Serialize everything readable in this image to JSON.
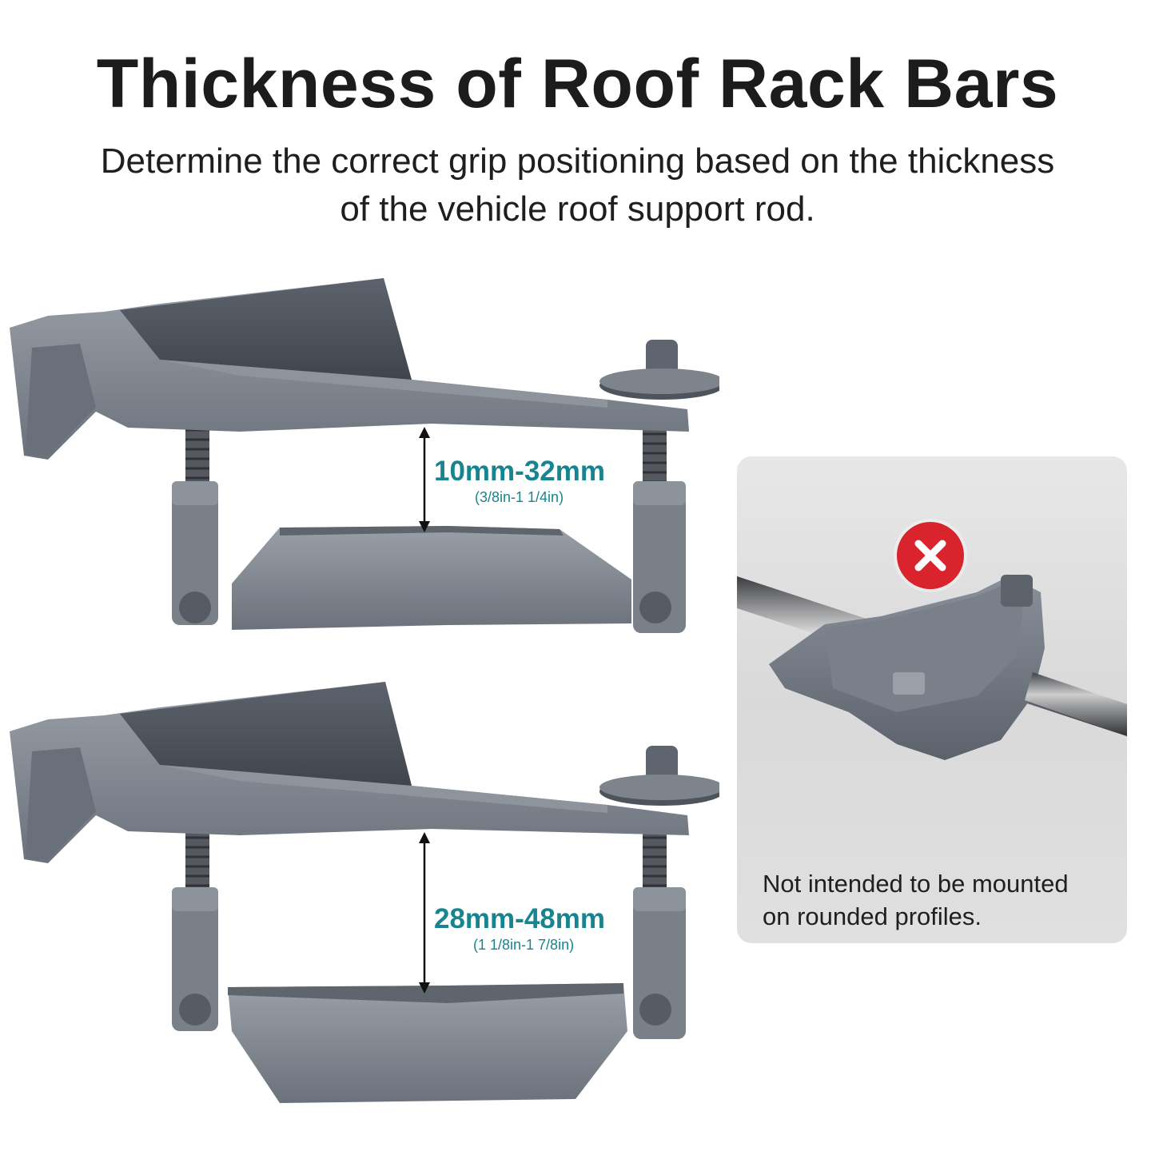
{
  "header": {
    "title": "Thickness of Roof Rack Bars",
    "subtitle_line1": "Determine the correct grip positioning based on the thickness",
    "subtitle_line2": "of the vehicle roof support rod."
  },
  "clamps": [
    {
      "range_mm": "10mm-32mm",
      "range_in": "(3/8in-1 1/4in)"
    },
    {
      "range_mm": "28mm-48mm",
      "range_in": "(1 1/8in-1 7/8in)"
    }
  ],
  "warning": {
    "icon": "close-icon",
    "line1": "Not intended to be mounted",
    "line2": "on rounded profiles."
  },
  "colors": {
    "accent": "#17858f",
    "metal": "#7b8088",
    "warning_red": "#d9232d"
  }
}
